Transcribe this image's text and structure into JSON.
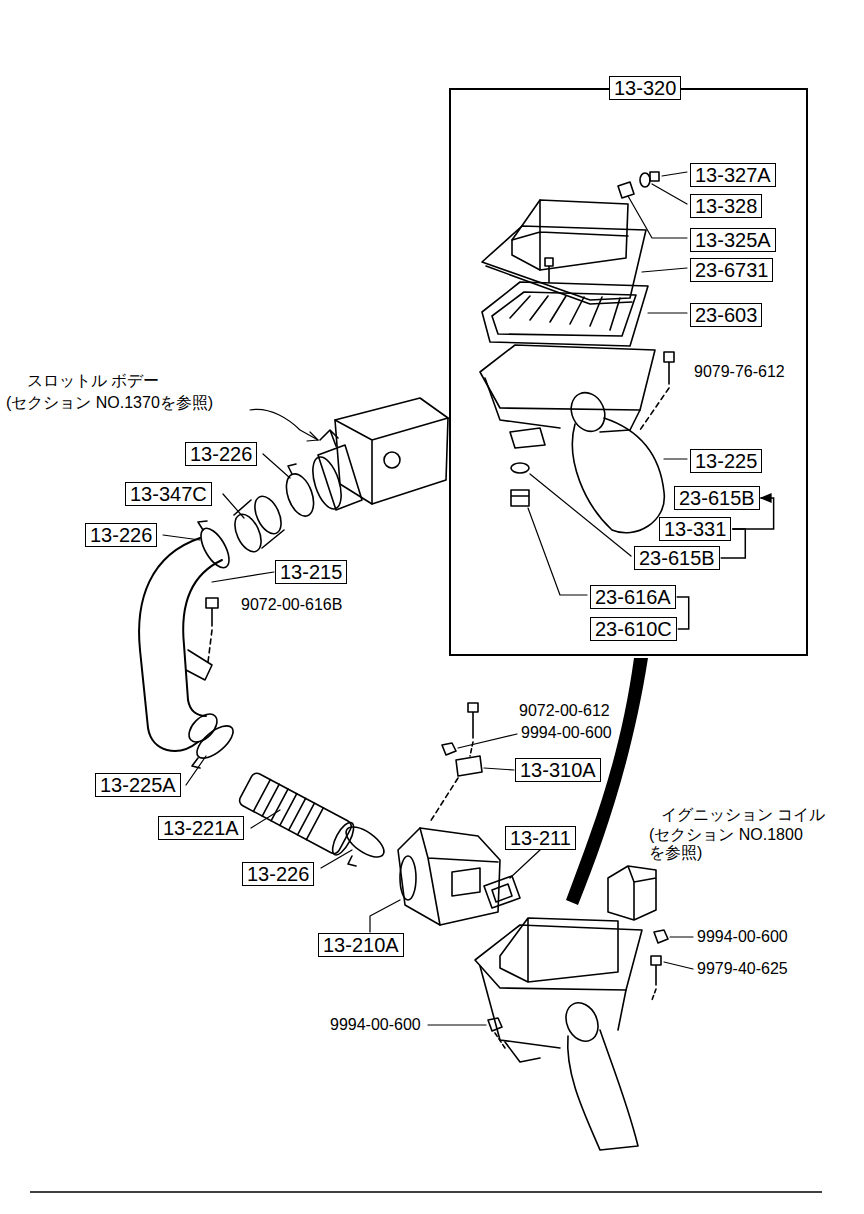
{
  "diagram": {
    "nodes": [
      {
        "text": [
          "13-320"
        ]
      },
      {
        "text": [
          "13-327A"
        ],
        "in": 0
      },
      {
        "text": [
          "13-328"
        ],
        "in": 0
      },
      {
        "text": [
          "13-325A"
        ],
        "in": 0
      },
      {
        "text": [
          "23-6731"
        ],
        "in": 0
      },
      {
        "text": [
          "23-603"
        ],
        "in": 0
      },
      {
        "text": [
          "13-225"
        ],
        "in": 0
      },
      {
        "text": [
          "23-615B"
        ],
        "in": 0
      },
      {
        "text": [
          "13-331"
        ],
        "in": 0
      },
      {
        "text": [
          "23-615B"
        ],
        "in": 0
      },
      {
        "text": [
          "23-616A"
        ],
        "in": 0
      },
      {
        "text": [
          "23-610C"
        ],
        "in": 0
      },
      {
        "text": [
          "13-226"
        ]
      },
      {
        "text": [
          "13-347C"
        ]
      },
      {
        "text": [
          "13-226"
        ]
      },
      {
        "text": [
          "13-215"
        ]
      },
      {
        "text": [
          "13-310A"
        ]
      },
      {
        "text": [
          "13-225A"
        ]
      },
      {
        "text": [
          "13-211"
        ]
      },
      {
        "text": [
          "13-221A"
        ]
      },
      {
        "text": [
          "13-226"
        ]
      },
      {
        "text": [
          "13-210A"
        ]
      }
    ],
    "edges": [
      {
        "from": 8,
        "to": 7,
        "arrow": "to"
      },
      {
        "from": 8,
        "to": 9,
        "arrow": "none"
      },
      {
        "from": 10,
        "to": 11,
        "arrow": "none"
      }
    ],
    "labels": [
      "9079-76-612",
      "スロットル ボデー",
      "(セクション NO.1370を参照)",
      "9072-00-616B",
      "9072-00-612",
      "9994-00-600",
      "イグニッション コイル",
      "(セクション NO.1800 を参照)",
      "9994-00-600",
      "9979-40-625",
      "9994-00-600"
    ]
  }
}
